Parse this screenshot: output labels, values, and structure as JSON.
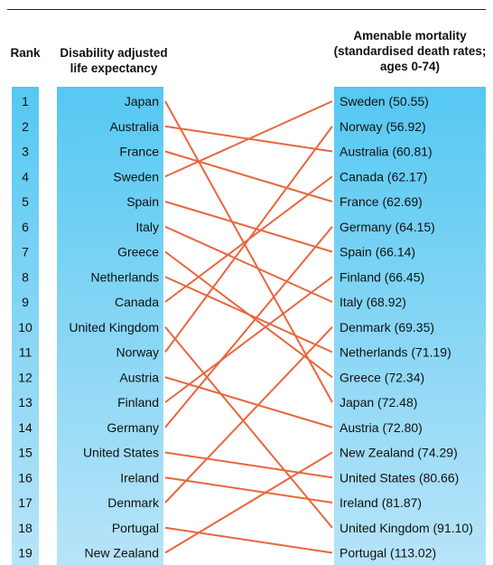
{
  "chart_data": {
    "type": "table",
    "headers": {
      "rank": "Rank",
      "left": [
        "Disability adjusted",
        "life expectancy"
      ],
      "right": [
        "Amenable mortality",
        "(standardised death rates;",
        "ages 0-74)"
      ]
    },
    "ranks": [
      "1",
      "2",
      "3",
      "4",
      "5",
      "6",
      "7",
      "8",
      "9",
      "10",
      "11",
      "12",
      "13",
      "14",
      "15",
      "16",
      "17",
      "18",
      "19"
    ],
    "left_countries": [
      "Japan",
      "Australia",
      "France",
      "Sweden",
      "Spain",
      "Italy",
      "Greece",
      "Netherlands",
      "Canada",
      "United Kingdom",
      "Norway",
      "Austria",
      "Finland",
      "Germany",
      "United States",
      "Ireland",
      "Denmark",
      "Portugal",
      "New Zealand"
    ],
    "right_entries": [
      {
        "country": "Sweden",
        "value": 50.55,
        "label": "Sweden (50.55)"
      },
      {
        "country": "Norway",
        "value": 56.92,
        "label": "Norway (56.92)"
      },
      {
        "country": "Australia",
        "value": 60.81,
        "label": "Australia (60.81)"
      },
      {
        "country": "Canada",
        "value": 62.17,
        "label": "Canada (62.17)"
      },
      {
        "country": "France",
        "value": 62.69,
        "label": "France (62.69)"
      },
      {
        "country": "Germany",
        "value": 64.15,
        "label": "Germany (64.15)"
      },
      {
        "country": "Spain",
        "value": 66.14,
        "label": "Spain (66.14)"
      },
      {
        "country": "Finland",
        "value": 66.45,
        "label": "Finland (66.45)"
      },
      {
        "country": "Italy",
        "value": 68.92,
        "label": "Italy (68.92)"
      },
      {
        "country": "Denmark",
        "value": 69.35,
        "label": "Denmark (69.35)"
      },
      {
        "country": "Netherlands",
        "value": 71.19,
        "label": "Netherlands (71.19)"
      },
      {
        "country": "Greece",
        "value": 72.34,
        "label": "Greece (72.34)"
      },
      {
        "country": "Japan",
        "value": 72.48,
        "label": "Japan (72.48)"
      },
      {
        "country": "Austria",
        "value": 72.8,
        "label": "Austria (72.80)"
      },
      {
        "country": "New Zealand",
        "value": 74.29,
        "label": "New Zealand (74.29)"
      },
      {
        "country": "United States",
        "value": 80.66,
        "label": "United States (80.66)"
      },
      {
        "country": "Ireland",
        "value": 81.87,
        "label": "Ireland (81.87)"
      },
      {
        "country": "United Kingdom",
        "value": 91.1,
        "label": "United Kingdom (91.10)"
      },
      {
        "country": "Portugal",
        "value": 113.02,
        "label": "Portugal (113.02)"
      }
    ],
    "colors": {
      "column_top": "#55c8f2",
      "column_bottom": "#b8e4f8",
      "connector": "#e8663d",
      "text": "#111111"
    }
  }
}
